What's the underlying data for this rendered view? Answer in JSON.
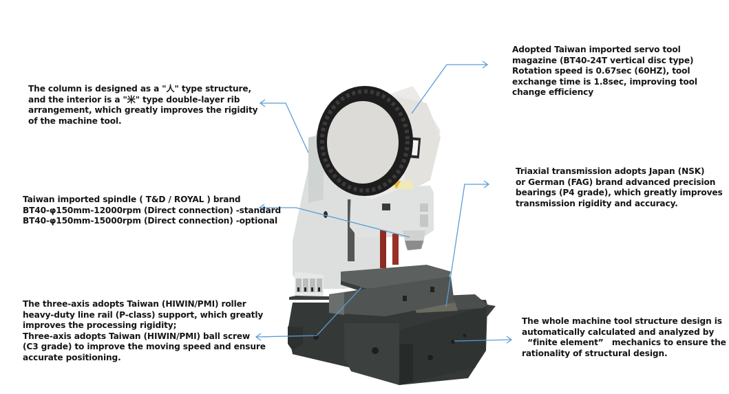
{
  "figure": {
    "subject": "vertical machining center",
    "arrow_color": "#5b9bd5"
  },
  "annotations": {
    "column": {
      "lines": [
        "The column is designed as a \"人\" type structure,",
        "and the interior is a \"米\" type double-layer rib",
        "arrangement, which greatly improves the rigidity",
        "of the machine tool."
      ]
    },
    "tool_magazine": {
      "lines": [
        "Adopted Taiwan imported servo tool",
        "magazine (BT40-24T vertical disc type)",
        "Rotation speed is 0.67sec (60HZ), tool",
        "exchange time is 1.8sec, improving tool",
        "change efficiency"
      ]
    },
    "spindle": {
      "lines": [
        "Taiwan imported spindle ( T&D / ROYAL ) brand",
        "BT40-φ150mm-12000rpm (Direct connection) -standard",
        "BT40-φ150mm-15000rpm (Direct connection) -optional"
      ]
    },
    "bearings": {
      "lines": [
        "Triaxial transmission adopts Japan (NSK)",
        "or German (FAG) brand advanced precision",
        "bearings (P4 grade), which greatly improves",
        "transmission rigidity and accuracy."
      ]
    },
    "rails": {
      "lines": [
        "The three-axis adopts Taiwan (HIWIN/PMI) roller",
        "heavy-duty line rail (P-class) support, which greatly",
        "improves the processing rigidity;",
        "Three-axis adopts Taiwan (HIWIN/PMI) ball screw",
        "(C3 grade) to improve the moving speed and ensure",
        "accurate positioning."
      ]
    },
    "structure": {
      "lines": [
        "The whole machine tool structure design is",
        "automatically calculated and analyzed by",
        "  “finite element”   mechanics to ensure the",
        "rationality of structural design."
      ]
    }
  }
}
